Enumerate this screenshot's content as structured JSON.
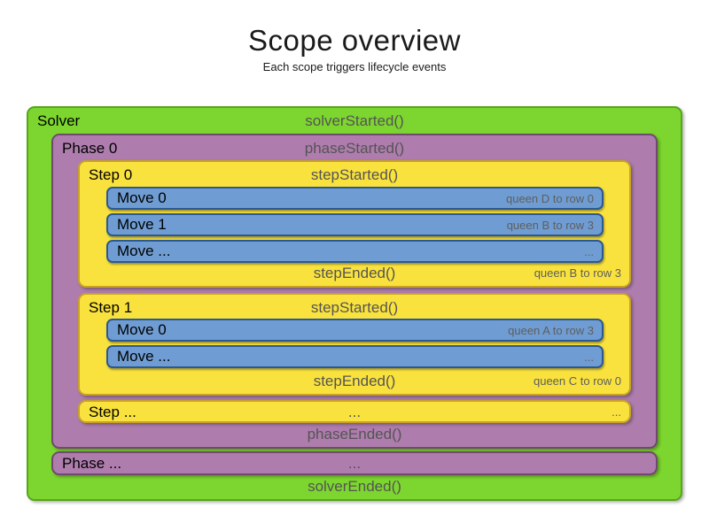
{
  "title": "Scope overview",
  "subtitle": "Each scope triggers lifecycle events",
  "colors": {
    "solver_fill": "#7dd62f",
    "solver_border": "#57a51d",
    "phase_fill": "#ae7dad",
    "phase_border": "#6f4a6e",
    "step_fill": "#f9e23d",
    "step_border": "#c9a127",
    "move_fill": "#6f9dd3",
    "move_border": "#2b5990",
    "event_text": "#545454",
    "detail_text": "#5e5e5e"
  },
  "solver": {
    "label": "Solver",
    "started_event": "solverStarted()",
    "ended_event": "solverEnded()",
    "phases": [
      {
        "label": "Phase 0",
        "started_event": "phaseStarted()",
        "ended_event": "phaseEnded()",
        "steps": [
          {
            "label": "Step 0",
            "started_event": "stepStarted()",
            "ended_event": "stepEnded()",
            "ended_detail": "queen B to row 3",
            "moves": [
              {
                "label": "Move 0",
                "detail": "queen D to row 0"
              },
              {
                "label": "Move 1",
                "detail": "queen B to row 3"
              },
              {
                "label": "Move ...",
                "detail": "..."
              }
            ]
          },
          {
            "label": "Step 1",
            "started_event": "stepStarted()",
            "ended_event": "stepEnded()",
            "ended_detail": "queen C to row 0",
            "moves": [
              {
                "label": "Move 0",
                "detail": "queen A to row 3"
              },
              {
                "label": "Move ...",
                "detail": "..."
              }
            ]
          }
        ],
        "step_ellipsis": {
          "label": "Step ...",
          "center": "...",
          "right": "..."
        }
      }
    ],
    "phase_ellipsis": {
      "label": "Phase ...",
      "center": "..."
    }
  }
}
